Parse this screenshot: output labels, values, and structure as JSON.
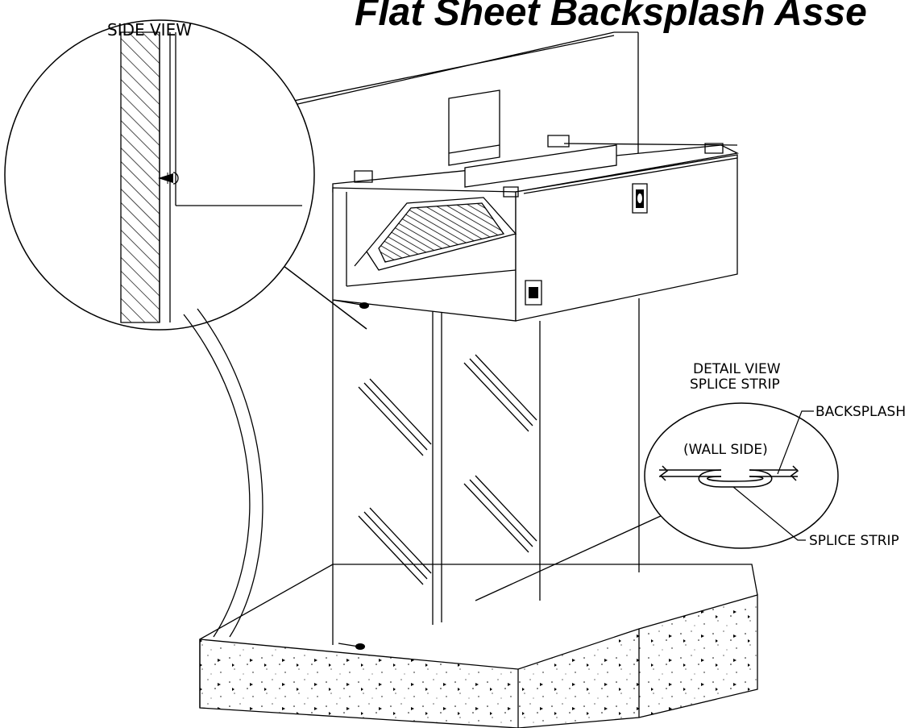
{
  "drawing": {
    "title": "Flat Sheet Backsplash Asse",
    "side_view_label": "SIDE VIEW",
    "detail_view_label": "DETAIL VIEW",
    "detail_subtitle": "SPLICE STRIP",
    "wall_side_label": "(WALL SIDE)",
    "backsplash_label": "BACKSPLASH",
    "splice_strip_label": "SPLICE STRIP"
  },
  "colors": {
    "line": "#000000",
    "background": "#ffffff"
  }
}
